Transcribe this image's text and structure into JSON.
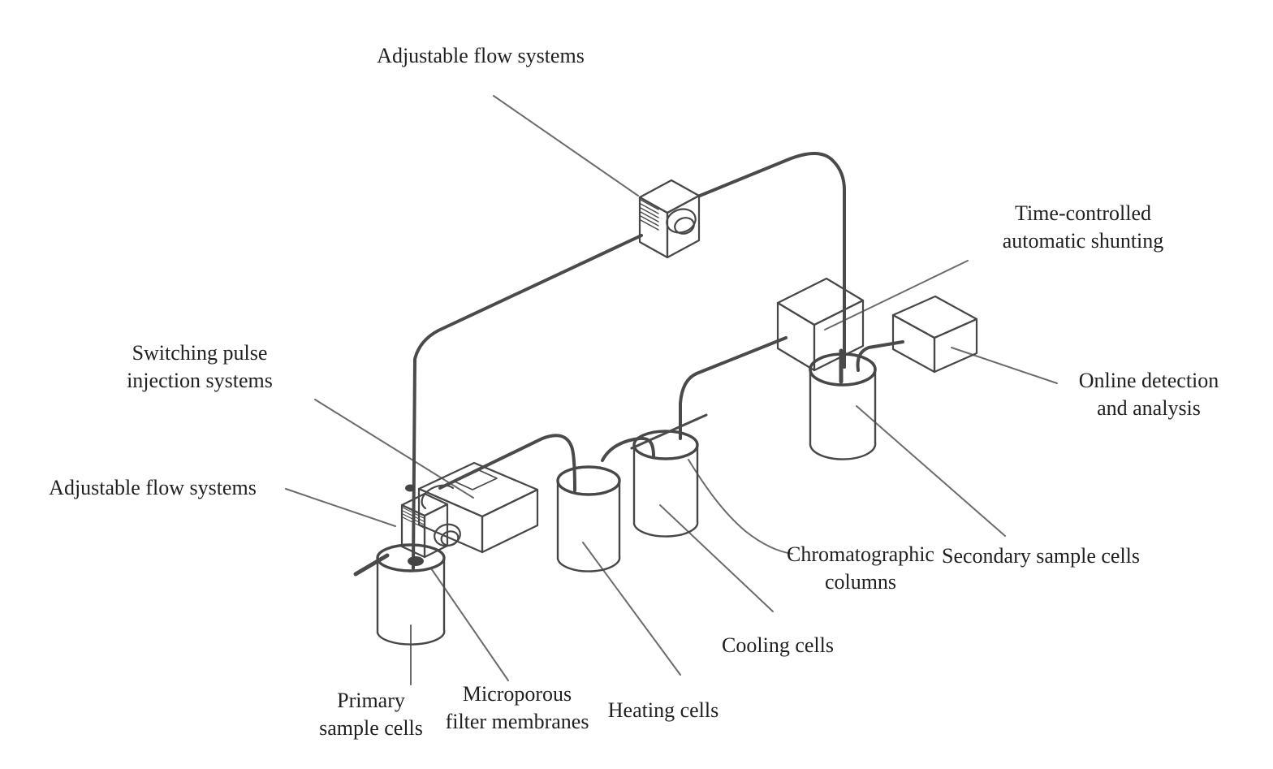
{
  "figure_type": "isometric line diagram of a continuous flow analysis system",
  "colors": {
    "background": "#ffffff",
    "outline": "#474747",
    "tube": "#4a4a4a",
    "leader": "#6b6b6b",
    "text": "#1f1f1f",
    "blob": "#454545"
  },
  "labels": {
    "adjustable_flow_top": [
      "Adjustable flow systems"
    ],
    "time_controlled": [
      "Time-controlled",
      "automatic shunting"
    ],
    "online_detection": [
      "Online detection",
      "and analysis"
    ],
    "switching_pulse": [
      "Switching pulse",
      "injection systems"
    ],
    "adjustable_flow_left": [
      "Adjustable flow systems"
    ],
    "chromatographic": [
      "Chromatographic",
      "columns"
    ],
    "secondary": [
      "Secondary sample cells"
    ],
    "cooling": [
      "Cooling cells"
    ],
    "heating": [
      "Heating cells"
    ],
    "microporous": [
      "Microporous",
      "filter membranes"
    ],
    "primary": [
      "Primary",
      "sample cells"
    ]
  }
}
